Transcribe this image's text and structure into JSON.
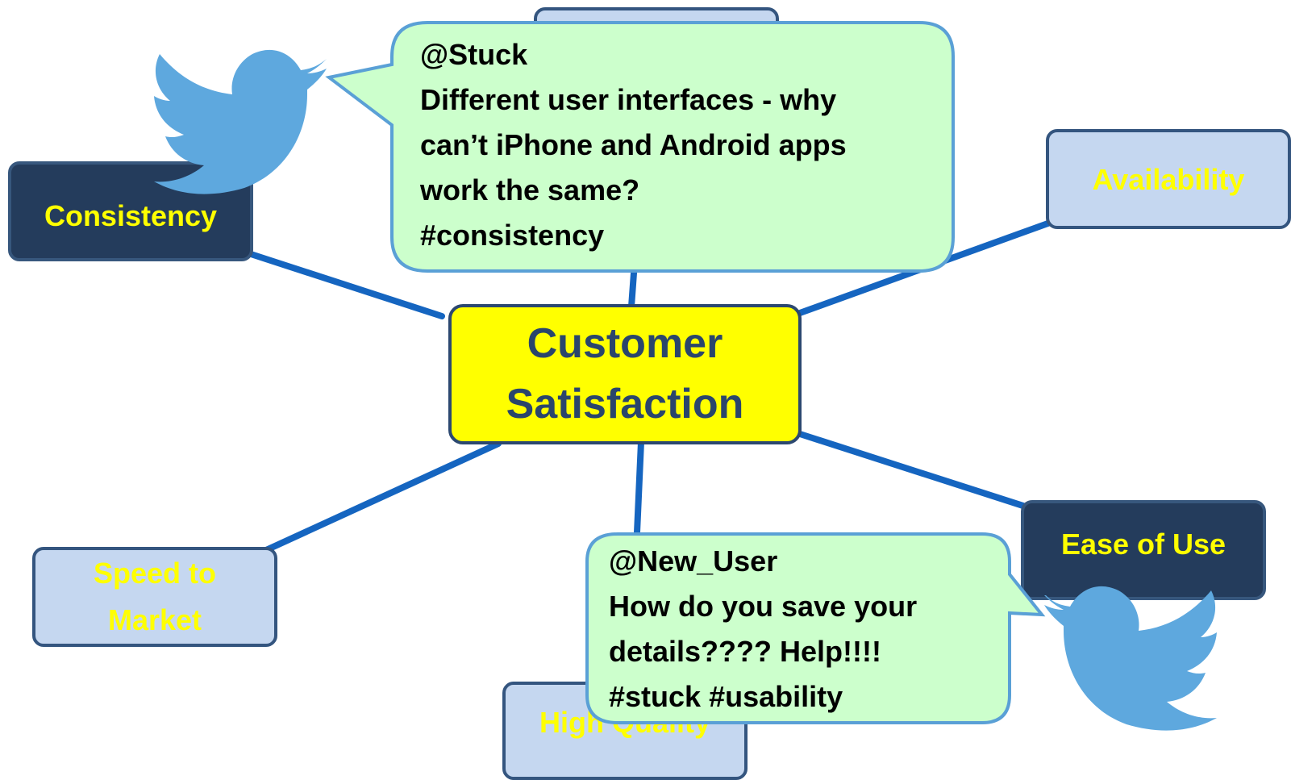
{
  "center": {
    "line1": "Customer",
    "line2": "Satisfaction"
  },
  "nodes": {
    "consistency": "Consistency",
    "availability": "Availability",
    "ease_of_use": "Ease of Use",
    "speed_to_market_line1": "Speed to",
    "speed_to_market_line2": "Market",
    "high_quality": "High Quality"
  },
  "tweets": [
    {
      "handle": "@Stuck",
      "lines": [
        "Different user interfaces - why",
        "can’t iPhone and Android apps",
        "work the same?",
        "#consistency"
      ]
    },
    {
      "handle": "@New_User",
      "lines": [
        "How do you save your",
        "details???? Help!!!!",
        "#stuck #usability"
      ]
    }
  ],
  "colors": {
    "connector": "#1565c0",
    "bird": "#5ea8de",
    "bubble_fill": "#ccffcc",
    "bubble_stroke": "#5aa0d6",
    "accent_text": "#ffff00",
    "center_text": "#2a456c"
  },
  "icons": [
    "twitter-bird-icon",
    "twitter-bird-icon"
  ]
}
